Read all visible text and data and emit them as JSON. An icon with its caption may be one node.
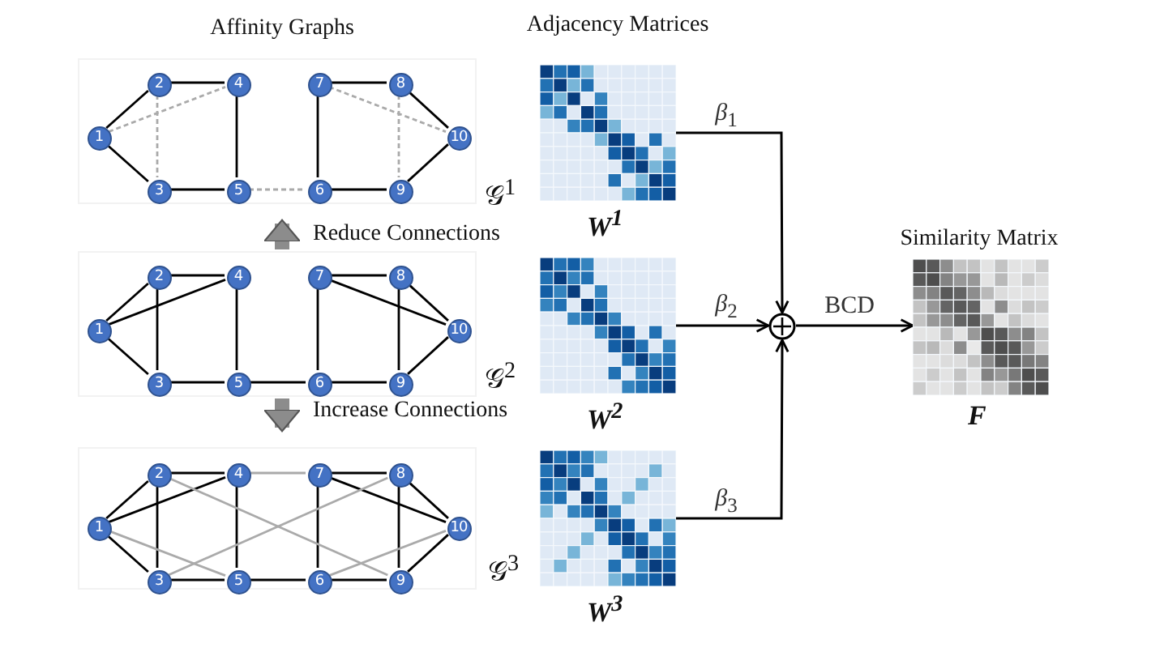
{
  "diagram": {
    "nodes": [
      {
        "text": [],
        "shape": "box",
        "beside": [
          "𝒢$^{1}$"
        ]
      },
      {
        "text": [
          "1"
        ],
        "in": 0
      },
      {
        "text": [
          "2"
        ],
        "in": 0
      },
      {
        "text": [
          "3"
        ],
        "in": 0
      },
      {
        "text": [
          "4"
        ],
        "in": 0
      },
      {
        "text": [
          "5"
        ],
        "in": 0
      },
      {
        "text": [
          "6"
        ],
        "in": 0
      },
      {
        "text": [
          "7"
        ],
        "in": 0
      },
      {
        "text": [
          "8"
        ],
        "in": 0
      },
      {
        "text": [
          "9"
        ],
        "in": 0
      },
      {
        "text": [
          "10"
        ],
        "in": 0
      },
      {
        "text": [],
        "shape": "box",
        "beside": [
          "𝒢$^{2}$"
        ]
      },
      {
        "text": [
          "1"
        ],
        "in": 11
      },
      {
        "text": [
          "2"
        ],
        "in": 11
      },
      {
        "text": [
          "3"
        ],
        "in": 11
      },
      {
        "text": [
          "4"
        ],
        "in": 11
      },
      {
        "text": [
          "5"
        ],
        "in": 11
      },
      {
        "text": [
          "6"
        ],
        "in": 11
      },
      {
        "text": [
          "7"
        ],
        "in": 11
      },
      {
        "text": [
          "8"
        ],
        "in": 11
      },
      {
        "text": [
          "9"
        ],
        "in": 11
      },
      {
        "text": [
          "10"
        ],
        "in": 11
      },
      {
        "text": [],
        "shape": "box",
        "beside": [
          "𝒢$^{3}$"
        ]
      },
      {
        "text": [
          "1"
        ],
        "in": 22
      },
      {
        "text": [
          "2"
        ],
        "in": 22
      },
      {
        "text": [
          "3"
        ],
        "in": 22
      },
      {
        "text": [
          "4"
        ],
        "in": 22
      },
      {
        "text": [
          "5"
        ],
        "in": 22
      },
      {
        "text": [
          "6"
        ],
        "in": 22
      },
      {
        "text": [
          "7"
        ],
        "in": 22
      },
      {
        "text": [
          "8"
        ],
        "in": 22
      },
      {
        "text": [
          "9"
        ],
        "in": 22
      },
      {
        "text": [
          "10"
        ],
        "in": 22
      },
      {
        "text": [],
        "shape": "picture",
        "beside": [
          "W$^{1}$"
        ]
      },
      {
        "text": [],
        "shape": "picture",
        "beside": [
          "W$^{2}$"
        ]
      },
      {
        "text": [],
        "shape": "picture",
        "beside": [
          "W$^{3}$"
        ]
      },
      {
        "text": [],
        "shape": "circle"
      },
      {
        "text": [],
        "shape": "picture",
        "beside": [
          "F"
        ]
      }
    ],
    "edges": [
      {
        "from": 1,
        "to": 2,
        "arrow": "none"
      },
      {
        "from": 1,
        "to": 3,
        "arrow": "none"
      },
      {
        "from": 2,
        "to": 4,
        "arrow": "none"
      },
      {
        "from": 4,
        "to": 5,
        "arrow": "none"
      },
      {
        "from": 3,
        "to": 5,
        "arrow": "none"
      },
      {
        "from": 7,
        "to": 8,
        "arrow": "none"
      },
      {
        "from": 6,
        "to": 7,
        "arrow": "none"
      },
      {
        "from": 6,
        "to": 9,
        "arrow": "none"
      },
      {
        "from": 8,
        "to": 10,
        "arrow": "none"
      },
      {
        "from": 9,
        "to": 10,
        "arrow": "none"
      },
      {
        "from": 1,
        "to": 4,
        "arrow": "none",
        "style": "dashed",
        "color": "#aaaaaa"
      },
      {
        "from": 2,
        "to": 3,
        "arrow": "none",
        "style": "dashed",
        "color": "#aaaaaa"
      },
      {
        "from": 5,
        "to": 6,
        "arrow": "none",
        "style": "dashed",
        "color": "#aaaaaa"
      },
      {
        "from": 7,
        "to": 10,
        "arrow": "none",
        "style": "dashed",
        "color": "#aaaaaa"
      },
      {
        "from": 8,
        "to": 9,
        "arrow": "none",
        "style": "dashed",
        "color": "#aaaaaa"
      },
      {
        "from": 12,
        "to": 13,
        "arrow": "none"
      },
      {
        "from": 12,
        "to": 14,
        "arrow": "none"
      },
      {
        "from": 12,
        "to": 15,
        "arrow": "none"
      },
      {
        "from": 13,
        "to": 15,
        "arrow": "none"
      },
      {
        "from": 13,
        "to": 14,
        "arrow": "none"
      },
      {
        "from": 14,
        "to": 16,
        "arrow": "none"
      },
      {
        "from": 15,
        "to": 16,
        "arrow": "none"
      },
      {
        "from": 16,
        "to": 17,
        "arrow": "none"
      },
      {
        "from": 17,
        "to": 18,
        "arrow": "none"
      },
      {
        "from": 18,
        "to": 19,
        "arrow": "none"
      },
      {
        "from": 18,
        "to": 21,
        "arrow": "none"
      },
      {
        "from": 19,
        "to": 21,
        "arrow": "none"
      },
      {
        "from": 19,
        "to": 20,
        "arrow": "none"
      },
      {
        "from": 20,
        "to": 21,
        "arrow": "none"
      },
      {
        "from": 17,
        "to": 20,
        "arrow": "none"
      },
      {
        "from": 23,
        "to": 24,
        "arrow": "none"
      },
      {
        "from": 23,
        "to": 25,
        "arrow": "none"
      },
      {
        "from": 23,
        "to": 26,
        "arrow": "none"
      },
      {
        "from": 24,
        "to": 26,
        "arrow": "none"
      },
      {
        "from": 24,
        "to": 25,
        "arrow": "none"
      },
      {
        "from": 25,
        "to": 27,
        "arrow": "none"
      },
      {
        "from": 26,
        "to": 27,
        "arrow": "none"
      },
      {
        "from": 27,
        "to": 28,
        "arrow": "none"
      },
      {
        "from": 28,
        "to": 29,
        "arrow": "none"
      },
      {
        "from": 29,
        "to": 30,
        "arrow": "none"
      },
      {
        "from": 29,
        "to": 32,
        "arrow": "none"
      },
      {
        "from": 30,
        "to": 32,
        "arrow": "none"
      },
      {
        "from": 30,
        "to": 31,
        "arrow": "none"
      },
      {
        "from": 31,
        "to": 32,
        "arrow": "none"
      },
      {
        "from": 28,
        "to": 31,
        "arrow": "none"
      },
      {
        "from": 26,
        "to": 29,
        "arrow": "none",
        "color": "#aaaaaa"
      },
      {
        "from": 24,
        "to": 31,
        "arrow": "none",
        "color": "#aaaaaa"
      },
      {
        "from": 23,
        "to": 27,
        "arrow": "none",
        "color": "#aaaaaa"
      },
      {
        "from": 25,
        "to": 30,
        "arrow": "none",
        "color": "#aaaaaa"
      },
      {
        "from": 28,
        "to": 32,
        "arrow": "none",
        "color": "#aaaaaa"
      },
      {
        "from": 11,
        "to": 0,
        "arrow": "to",
        "label": "Reduce Connections",
        "style": "thick",
        "color": "#8c8c8c"
      },
      {
        "from": 11,
        "to": 22,
        "arrow": "to",
        "label": "Increase Connections",
        "style": "thick",
        "color": "#8c8c8c"
      },
      {
        "from": 33,
        "to": 36,
        "arrow": "to",
        "label": "*β*$_{1}$"
      },
      {
        "from": 34,
        "to": 36,
        "arrow": "to",
        "label": "*β*$_{2}$"
      },
      {
        "from": 35,
        "to": 36,
        "arrow": "to",
        "label": "*β*$_{3}$"
      },
      {
        "from": 36,
        "to": 37,
        "arrow": "to",
        "label": "BCD"
      }
    ],
    "labels": [
      "Affinity Graphs",
      "Adjacency Matrices",
      "Similarity Matrix"
    ]
  }
}
